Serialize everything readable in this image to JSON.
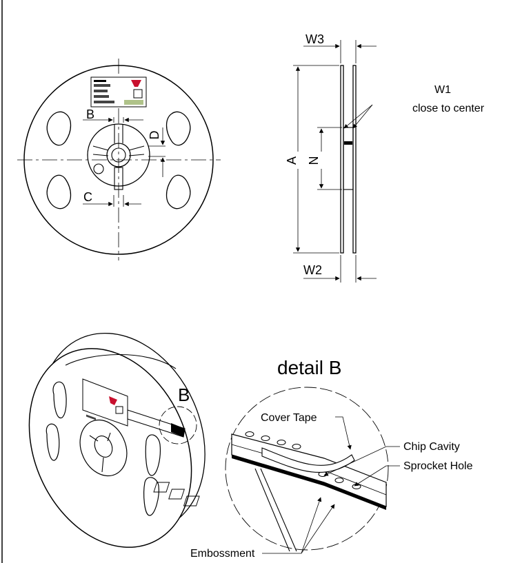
{
  "front_view": {
    "labels": {
      "B": "B",
      "C": "C",
      "D": "D"
    }
  },
  "side_view": {
    "labels": {
      "W3": "W3",
      "W1": "W1",
      "W1_note": "close to center",
      "A": "A",
      "N": "N",
      "W2": "W2"
    }
  },
  "iso_view": {
    "callout": "B"
  },
  "detail": {
    "title": "detail B",
    "labels": {
      "cover_tape": "Cover Tape",
      "chip_cavity": "Chip Cavity",
      "sprocket_hole": "Sprocket Hole",
      "embossment": "Embossment"
    }
  },
  "colors": {
    "line": "#000000",
    "background": "#ffffff",
    "label_green": "#7a9a3a",
    "logo_red": "#c8102e"
  }
}
